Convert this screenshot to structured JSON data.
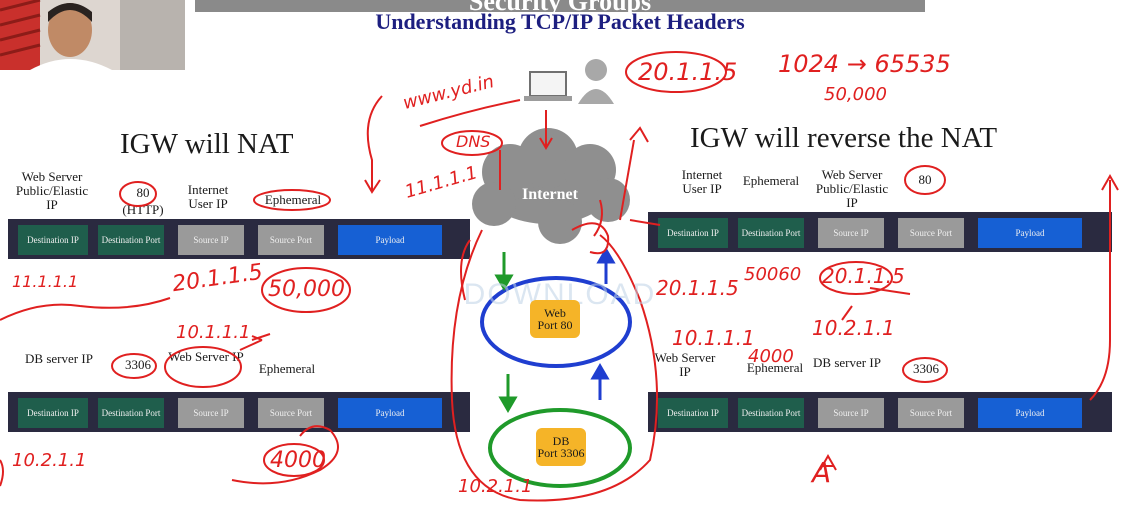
{
  "banner": {
    "text": "Security Groups"
  },
  "subtitle": "Understanding TCP/IP Packet Headers",
  "left_heading": "IGW will NAT",
  "right_heading": "IGW will reverse the NAT",
  "internet_label": "Internet",
  "watermark": "DOWNLOAD",
  "web_box": {
    "line1": "Web",
    "line2": "Port 80"
  },
  "db_box": {
    "line1": "DB",
    "line2": "Port 3306"
  },
  "packet_fields": {
    "dest_ip": "Destination IP",
    "dest_port": "Destination Port",
    "source_ip": "Source IP",
    "source_port": "Source Port",
    "payload": "Payload"
  },
  "labels": {
    "web_server_public": "Web Server Public/Elastic IP",
    "port_80": "80",
    "http": "(HTTP)",
    "internet_user_ip": "Internet User IP",
    "ephemeral": "Ephemeral",
    "db_server_ip": "DB server IP",
    "port_3306": "3306",
    "web_server_ip": "Web Server IP"
  },
  "handwritten": {
    "www": "www.yd.in",
    "dns": "DNS",
    "ip_user": "20.1.1.5",
    "port_range": "1024 → 65535",
    "port_50000_top": "50,000",
    "ip_11": "11.1.1.1",
    "ip_11_left": "11.1.1.1",
    "ip_20_left": "20.1.1.5",
    "port_50000_left": "50,000",
    "ip_10_left": "10.1.1.1",
    "ip_10_bottom": "10.2.1.1",
    "port_4000_left": "4000",
    "ip_20_right": "20.1.1.5",
    "port_50060_right": "50060",
    "ip_ro_right": "20.1.1.5",
    "ip_10_right": "10.1.1.1",
    "port_4000_right": "4000",
    "ip_102_right": "10.2.1.1",
    "ip_10_center": "10.2.1.1",
    "letter_a": "A"
  },
  "colors": {
    "band": "#2a2a40",
    "green_cell": "#1f5e4c",
    "gray_cell": "#9a9a9a",
    "payload": "#1660d4",
    "annotation": "#e02020",
    "title": "#1d1f80"
  }
}
